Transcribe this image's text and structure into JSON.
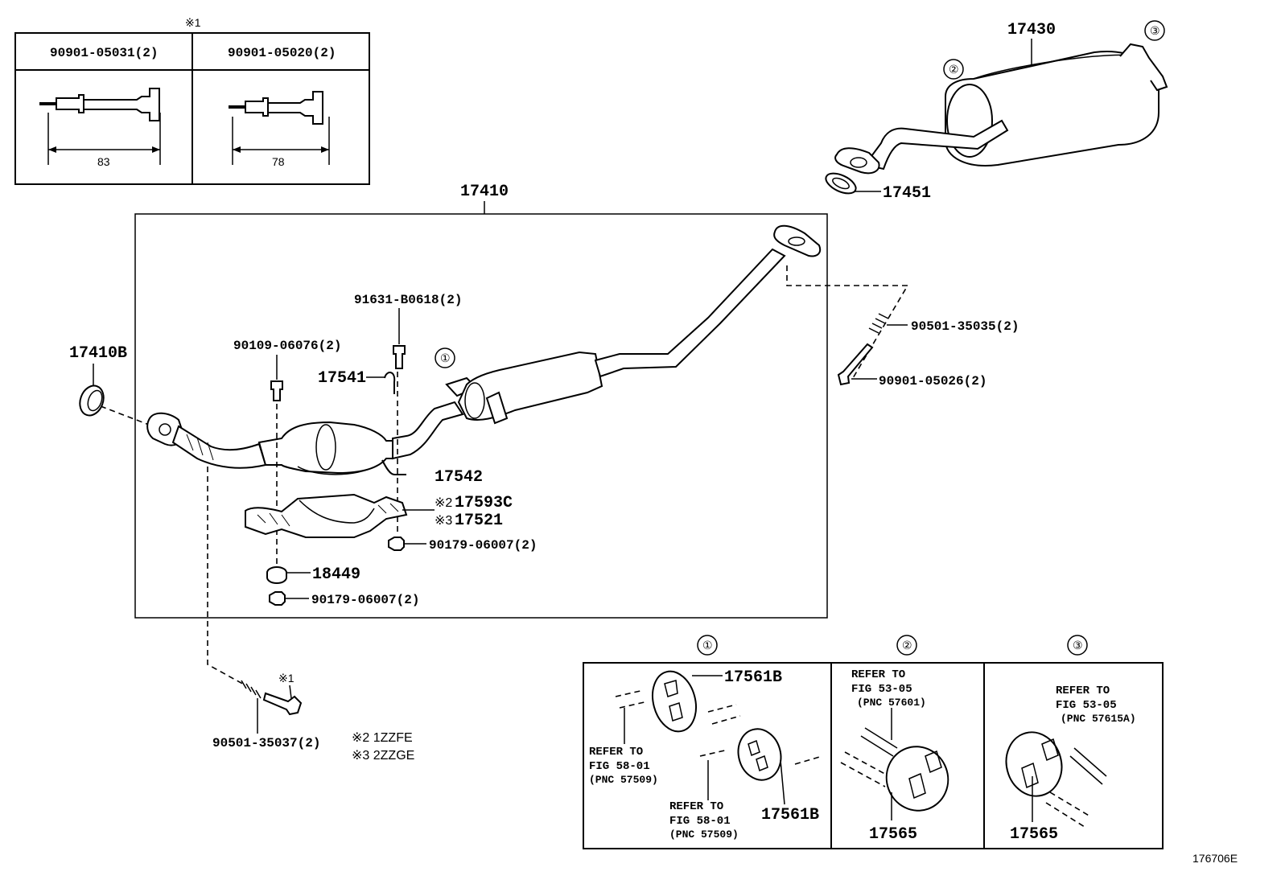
{
  "diagram_id": "176706E",
  "insert_table": {
    "note_mark": "※1",
    "columns": [
      {
        "part": "90901-05031(2)",
        "length": "83"
      },
      {
        "part": "90901-05020(2)",
        "length": "78"
      }
    ]
  },
  "parts": {
    "muffler": "17430",
    "gasket_muffler": "17451",
    "front_pipe_assy": "17410",
    "gasket_front": "17410B",
    "bolt_91631": "91631-B0618(2)",
    "bolt_90109": "90109-06076(2)",
    "clamp_17541": "17541",
    "clamp_17542": "17542",
    "spring_90501_a": "90501-35035(2)",
    "bolt_90901": "90901-05026(2)",
    "insulator_17593C": "17593C",
    "insulator_17521": "17521",
    "nut_upper": "90179-06007(2)",
    "bushing_18449": "18449",
    "nut_lower": "90179-06007(2)",
    "spring_90501_b": "90501-35037(2)",
    "note1_mark": "※1",
    "note2_mark": "※2",
    "note3_mark": "※3"
  },
  "callouts": {
    "c1": "①",
    "c2": "②",
    "c3": "③"
  },
  "notes": {
    "n2": "※2 1ZZFE",
    "n3": "※3 2ZZGE"
  },
  "detail_panels": [
    {
      "mark": "①",
      "part_a": "17561B",
      "part_b": "17561B",
      "ref_a": [
        "REFER TO",
        "FIG 58-01",
        "(PNC 57509)"
      ],
      "ref_b": [
        "REFER TO",
        "FIG 58-01",
        "(PNC 57509)"
      ]
    },
    {
      "mark": "②",
      "part": "17565",
      "ref": [
        "REFER TO",
        "FIG 53-05",
        "(PNC 57601)"
      ]
    },
    {
      "mark": "③",
      "part": "17565",
      "ref": [
        "REFER TO",
        "FIG 53-05",
        "(PNC 57615A)"
      ]
    }
  ]
}
